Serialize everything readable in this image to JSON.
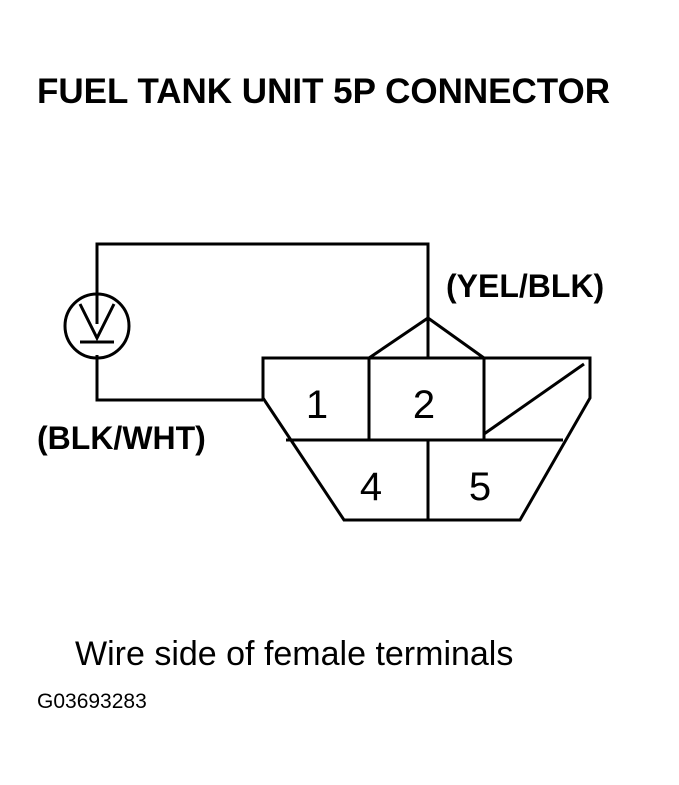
{
  "diagram": {
    "title": "FUEL TANK UNIT 5P CONNECTOR",
    "wire_labels": {
      "upper": "(YEL/BLK)",
      "lower": "(BLK/WHT)"
    },
    "meter_icon": "voltmeter-icon",
    "terminals": {
      "t1": "1",
      "t2": "2",
      "t4": "4",
      "t5": "5"
    },
    "caption": "Wire side of female terminals",
    "figure_code": "G03693283"
  }
}
